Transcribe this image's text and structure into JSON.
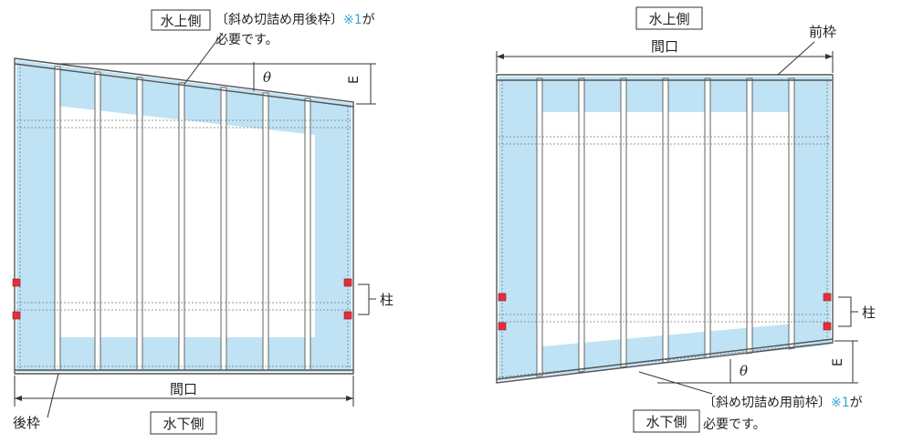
{
  "left": {
    "top_label": "水上側",
    "note_line1": "〔斜め切詰め用後枠〕",
    "note_ref": "※1",
    "note_ga": "が",
    "note_line2": "必要です。",
    "theta": "θ",
    "e_label": "E",
    "pillar_label": "柱",
    "width_label": "間口",
    "rear_frame_label": "後枠",
    "bottom_label": "水下側"
  },
  "right": {
    "top_label": "水上側",
    "width_label": "間口",
    "front_frame_label": "前枠",
    "pillar_label": "柱",
    "theta": "θ",
    "e_label": "E",
    "note_line1": "〔斜め切詰め用前枠〕",
    "note_ref": "※1",
    "note_ga": "が",
    "note_line2": "必要です。",
    "bottom_label": "水下側"
  },
  "colors": {
    "panel_blue": "#bfe3f5",
    "note_blue": "#2fa7d8",
    "pillar_red": "#e0303a"
  }
}
